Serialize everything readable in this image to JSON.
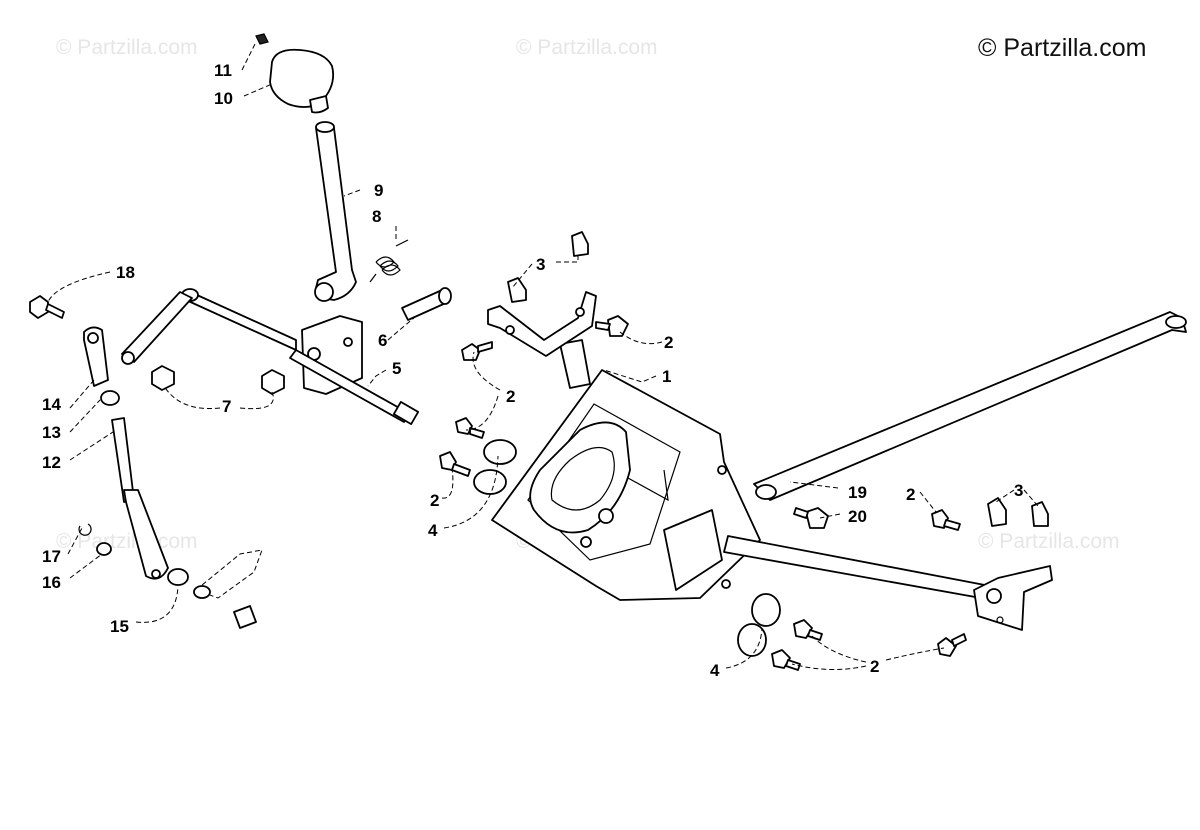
{
  "copyright": "© Partzilla.com",
  "watermarks": [
    "© Partzilla.com",
    "© Partzilla.com",
    "© Partzilla.com",
    "© Partzilla.com",
    "© Partzilla.com"
  ],
  "callouts": {
    "c1": "1",
    "c2a": "2",
    "c2b": "2",
    "c2c": "2",
    "c2d": "2",
    "c2e": "2",
    "c3a": "3",
    "c3b": "3",
    "c4a": "4",
    "c4b": "4",
    "c5": "5",
    "c6": "6",
    "c7": "7",
    "c8": "8",
    "c9": "9",
    "c10": "10",
    "c11": "11",
    "c12": "12",
    "c13": "13",
    "c14": "14",
    "c15": "15",
    "c16": "16",
    "c17": "17",
    "c18": "18",
    "c19": "19",
    "c20": "20"
  }
}
